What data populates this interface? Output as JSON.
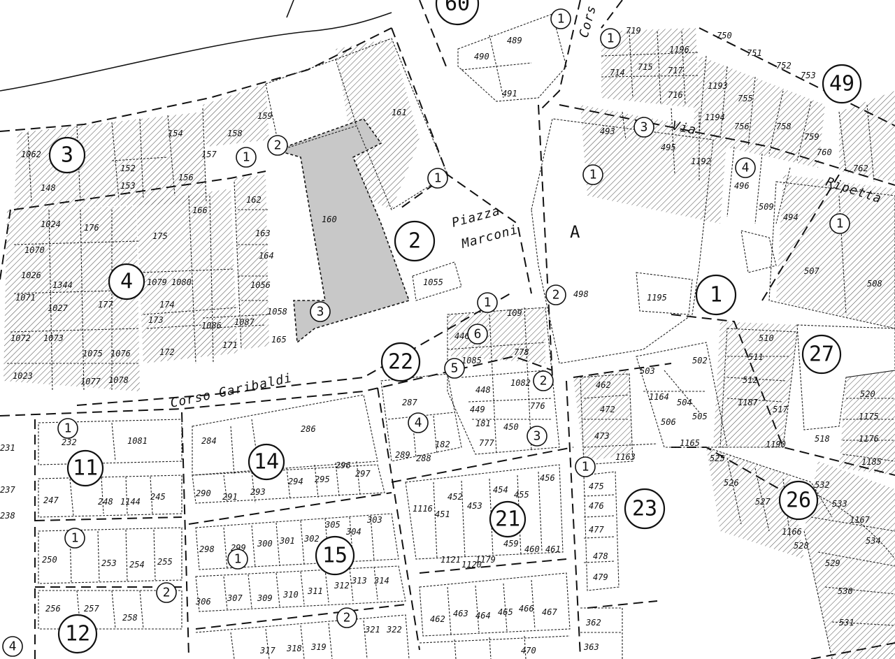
{
  "streets": {
    "corso_garibaldi": "Corso Garibaldi",
    "piazza": "Piazza",
    "marconi": "Marconi",
    "via": "Via",
    "ripetta": "Ripetta",
    "corso_top": "Cors"
  },
  "area_label": "A",
  "highlighted_parcel": "160",
  "block_numbers": {
    "b60": "60",
    "b49": "49",
    "b3": "3",
    "b4": "4",
    "b2": "2",
    "b22": "22",
    "b1": "1",
    "b27": "27",
    "b11": "11",
    "b14": "14",
    "b21": "21",
    "b15": "15",
    "b23": "23",
    "b26": "26",
    "b12": "12"
  },
  "unit_numbers": {
    "u1": "1",
    "u2": "2",
    "u3": "3",
    "u4": "4",
    "u5": "5",
    "u6": "6"
  },
  "parcels": {
    "p489": "489",
    "p490": "490",
    "p491": "491",
    "p719": "719",
    "p750": "750",
    "p751": "751",
    "p752": "752",
    "p753": "753",
    "p714": "714",
    "p715": "715",
    "p717": "717",
    "p1196": "1196",
    "p716": "716",
    "p1193": "1193",
    "p755": "755",
    "p756": "756",
    "p758": "758",
    "p759": "759",
    "p760": "760",
    "p762": "762",
    "p161": "161",
    "p159": "159",
    "p158": "158",
    "p157": "157",
    "p154": "154",
    "p156": "156",
    "p1062": "1062",
    "p148": "148",
    "p152": "152",
    "p153": "153",
    "p1024": "1024",
    "p176": "176",
    "p175": "175",
    "p166": "166",
    "p162": "162",
    "p163": "163",
    "p164": "164",
    "p1056": "1056",
    "p1058": "1058",
    "p165": "165",
    "p1070": "1070",
    "p1026": "1026",
    "p1344": "1344",
    "p1071": "1071",
    "p1027": "1027",
    "p1072": "1072",
    "p1073": "1073",
    "p177": "177",
    "p174": "174",
    "p173": "173",
    "p172": "172",
    "p171": "171",
    "p1075": "1075",
    "p1076": "1076",
    "p1077": "1077",
    "p1078": "1078",
    "p1023": "1023",
    "p1055": "1055",
    "p493": "493",
    "p495": "495",
    "p1192": "1192",
    "p496": "496",
    "p509": "509",
    "p494": "494",
    "p507": "507",
    "p508": "508",
    "p498": "498",
    "p1195": "1195",
    "p109": "109",
    "p446": "446",
    "p1085": "1085",
    "p778": "778",
    "p448": "448",
    "p1082": "1082",
    "p776": "776",
    "p449": "449",
    "p181": "181",
    "p450": "450",
    "p777": "777",
    "p287": "287",
    "p289": "289",
    "p288": "288",
    "p182": "182",
    "p286": "286",
    "p284": "284",
    "p232": "232",
    "p1081": "1081",
    "p290": "290",
    "p291": "291",
    "p293": "293",
    "p294": "294",
    "p295": "295",
    "p296": "296",
    "p297": "297",
    "p510": "510",
    "p511": "511",
    "p512": "512",
    "p1187": "1187",
    "p502": "502",
    "p503": "503",
    "p1164": "1164",
    "p504": "504",
    "p505": "505",
    "p506": "506",
    "p1165": "1165",
    "p462": "462",
    "p472": "472",
    "p473": "473",
    "p1163": "1163",
    "p517": "517",
    "p1190": "1190",
    "p518": "518",
    "p520": "520",
    "p1175": "1175",
    "p1176": "1176",
    "p1185": "1185",
    "p525": "525",
    "p526": "526",
    "p527": "527",
    "p532": "532",
    "p533": "533",
    "p1167": "1167",
    "p534": "534",
    "p528": "528",
    "p529": "529",
    "p530": "530",
    "p531": "531",
    "p1166": "1166",
    "p475": "475",
    "p476": "476",
    "p477": "477",
    "p478": "478",
    "p479": "479",
    "p362": "362",
    "p363": "363",
    "p454": "454",
    "p455": "455",
    "p456": "456",
    "p1116": "1116",
    "p451": "451",
    "p452": "452",
    "p453": "453",
    "p231": "231",
    "p237": "237",
    "p238": "238",
    "p247": "247",
    "p248": "248",
    "p1144": "1144",
    "p245": "245",
    "p250": "250",
    "p253": "253",
    "p254": "254",
    "p255": "255",
    "p256": "256",
    "p257": "257",
    "p258": "258",
    "p298": "298",
    "p299": "299",
    "p300": "300",
    "p301": "301",
    "p302": "302",
    "p305": "305",
    "p304": "304",
    "p303": "303",
    "p306": "306",
    "p307": "307",
    "p309": "309",
    "p310": "310",
    "p311": "311",
    "p312": "312",
    "p313": "313",
    "p314": "314",
    "p321": "321",
    "p322": "322",
    "p317": "317",
    "p318": "318",
    "p319": "319",
    "p1121": "1121",
    "p1120": "1120",
    "p459": "459",
    "p460": "460",
    "p461": "461",
    "p462b": "462",
    "p463": "463",
    "p464": "464",
    "p465": "465",
    "p466": "466",
    "p467": "467",
    "p470": "470",
    "p1179": "1179",
    "p1194": "1194",
    "p1086": "1086",
    "p1087": "1087",
    "p1079": "1079",
    "p1080": "1080"
  },
  "colors": {
    "ink": "#111111",
    "paper": "#ffffff",
    "highlight": "#c8c8c8"
  }
}
